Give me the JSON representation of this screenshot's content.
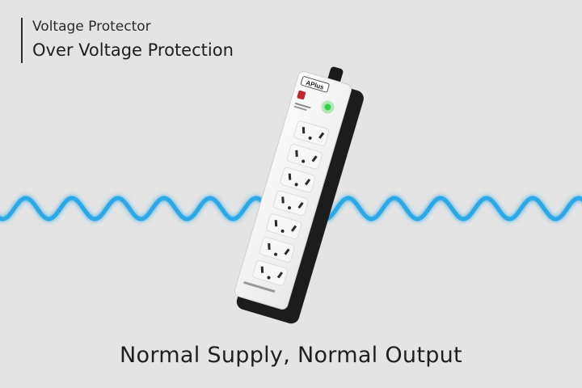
{
  "header": {
    "subtitle": "Voltage Protector",
    "title": "Over Voltage Protection"
  },
  "caption": "Normal Supply, Normal Output",
  "product": {
    "brand_logo": "APlus",
    "outlet_count": 7,
    "indicator_color": "#3ad24a",
    "switch_color": "#c0262b"
  },
  "colors": {
    "background": "#e4e4e4",
    "wave": "#29a9e6",
    "body_top": "#f2f2f2",
    "body_side": "#1c1c1c"
  }
}
